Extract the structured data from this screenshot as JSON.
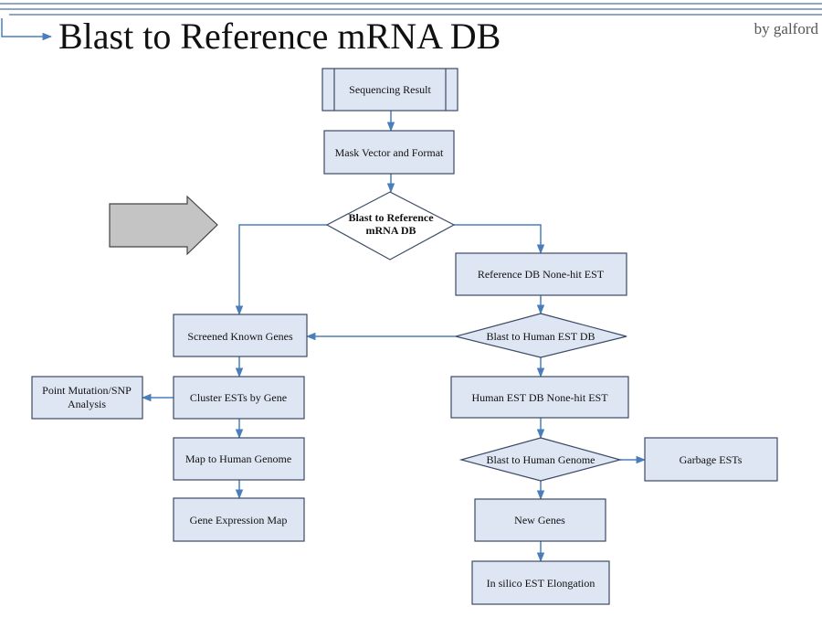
{
  "header": {
    "title": "Blast to Reference mRNA DB",
    "byline": "by galford"
  },
  "diagram": {
    "nodes": {
      "sequencing_result": "Sequencing Result",
      "mask_vector": "Mask Vector and Format",
      "blast_reference_line1": "Blast to Reference",
      "blast_reference_line2": "mRNA DB",
      "reference_none_hit": "Reference DB None-hit EST",
      "blast_human_est": "Blast to Human EST DB",
      "human_est_none_hit": "Human EST DB None-hit EST",
      "blast_human_genome": "Blast to Human Genome",
      "garbage_ests": "Garbage ESTs",
      "new_genes": "New Genes",
      "in_silico": "In silico EST Elongation",
      "screened_known": "Screened Known Genes",
      "cluster_ests": "Cluster ESTs by Gene",
      "point_mutation_line1": "Point Mutation/SNP",
      "point_mutation_line2": "Analysis",
      "map_genome": "Map to Human Genome",
      "gene_expression": "Gene Expression Map"
    },
    "colors": {
      "box_fill": "#dde6f2",
      "box_stroke": "#3b4a66",
      "connector": "#4a7ebb",
      "pointer_fill": "#c4c4c4"
    }
  }
}
